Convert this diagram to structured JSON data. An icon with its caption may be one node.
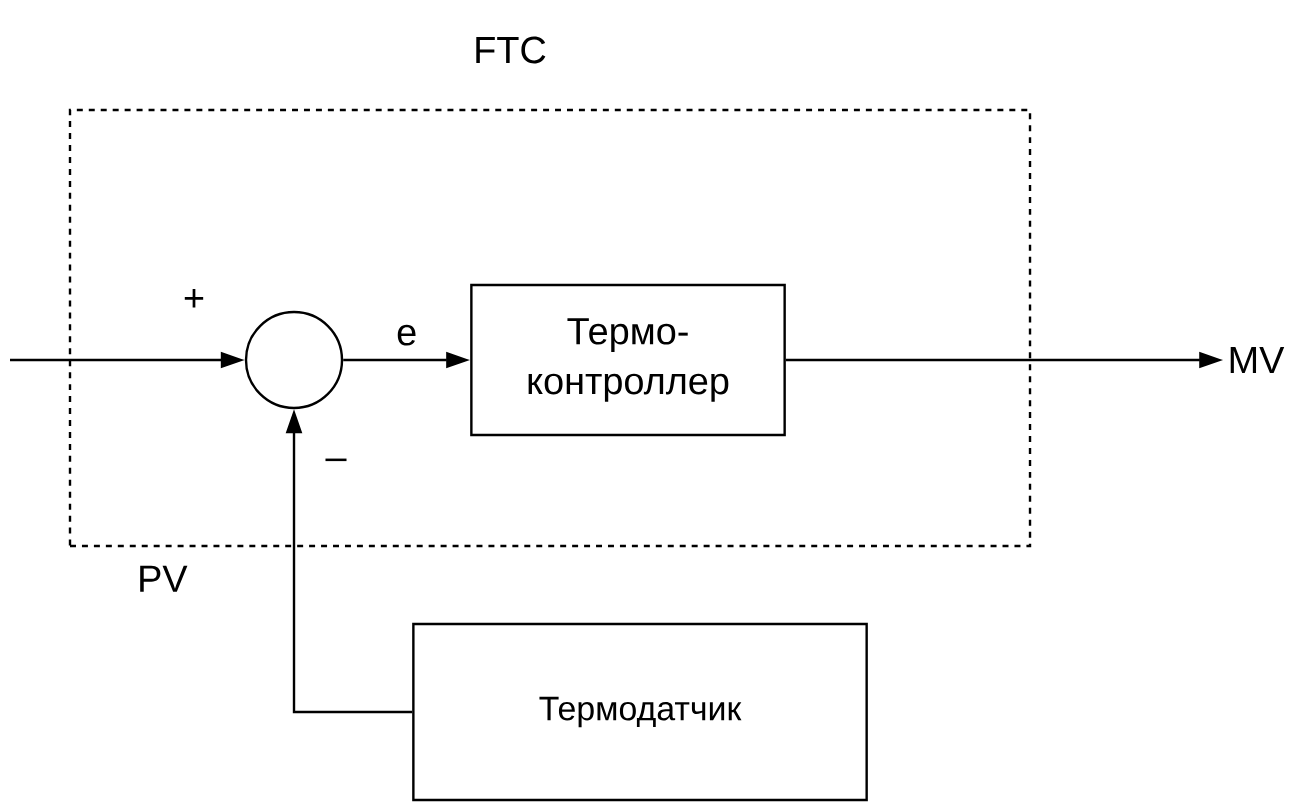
{
  "diagram": {
    "nodes": [
      {
        "text": [
          "FTC"
        ]
      },
      {
        "text": [],
        "shape": "circle",
        "in": 0,
        "beside": [
          "+",
          "–"
        ]
      },
      {
        "text": [
          "Термо- контроллер"
        ],
        "in": 0
      },
      {
        "text": [
          "Термодатчик"
        ]
      },
      {
        "text": [
          "MV"
        ]
      }
    ],
    "edges": [
      {
        "from": null,
        "to": 1,
        "arrow": "to"
      },
      {
        "from": 1,
        "to": 2,
        "arrow": "to",
        "label": "e"
      },
      {
        "from": 2,
        "to": 4,
        "arrow": "to"
      },
      {
        "from": 3,
        "to": 1,
        "arrow": "to",
        "label": "PV"
      }
    ]
  }
}
